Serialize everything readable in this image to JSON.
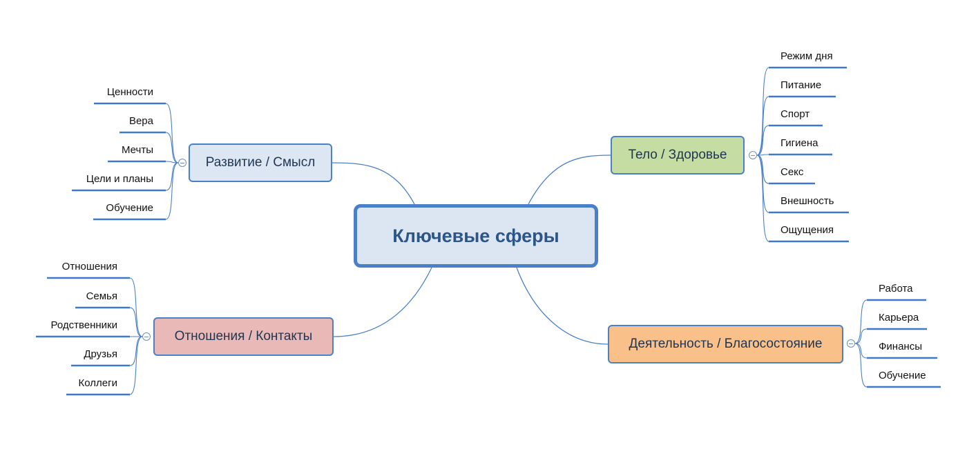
{
  "central": {
    "label": "Ключевые сферы",
    "fill": "#dce6f3",
    "border": "#4a80c8"
  },
  "branches": [
    {
      "id": "razvitie",
      "label": "Развитие / Смысл",
      "fill": "#dde7f3",
      "leaves": [
        "Ценности",
        "Вера",
        "Мечты",
        "Цели и планы",
        "Обучение"
      ]
    },
    {
      "id": "telo",
      "label": "Тело / Здоровье",
      "fill": "#c5dca3",
      "leaves": [
        "Режим дня",
        "Питание",
        "Спорт",
        "Гигиена",
        "Секс",
        "Внешность",
        "Ощущения"
      ]
    },
    {
      "id": "otnosheniya",
      "label": "Отношения / Контакты",
      "fill": "#e8b9b6",
      "leaves": [
        "Отношения",
        "Семья",
        "Родственники",
        "Друзья",
        "Коллеги"
      ]
    },
    {
      "id": "deyatelnost",
      "label": "Деятельность / Благосостояние",
      "fill": "#f9c08a",
      "leaves": [
        "Работа",
        "Карьера",
        "Финансы",
        "Обучение"
      ]
    }
  ],
  "colors": {
    "line": "#4a80c8",
    "underline": "#3d78c9"
  },
  "icons": {
    "collapse": "minus-circle-icon"
  }
}
